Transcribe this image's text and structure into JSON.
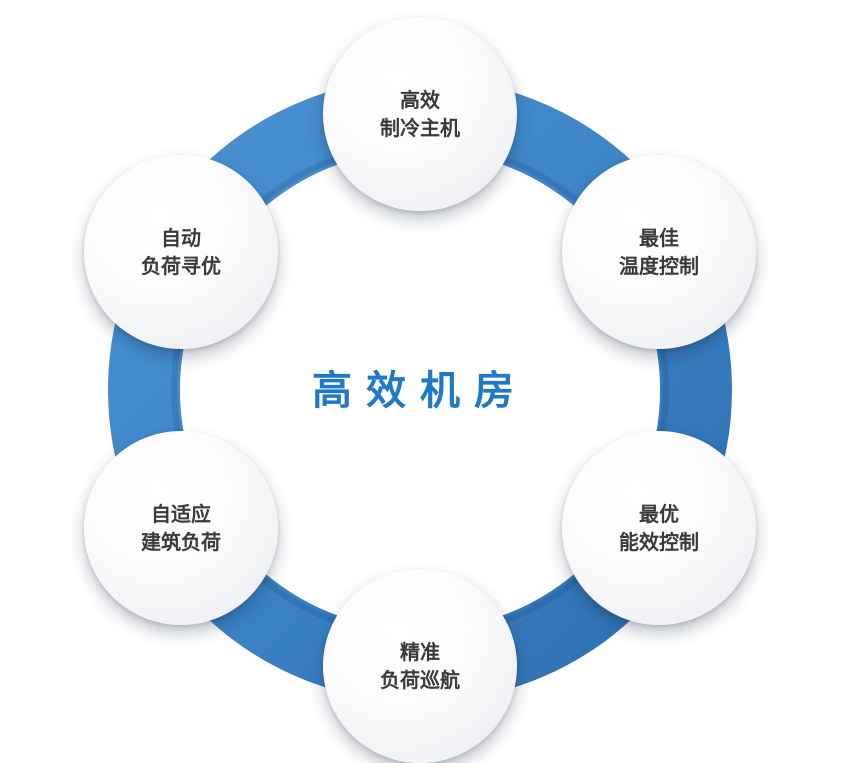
{
  "title": "高效机房",
  "colors": {
    "ring": "#3f88c9",
    "ring_dark": "#2f72b3",
    "ring_light": "#6ea9dc",
    "title": "#1f78c8",
    "node_text": "#3a3a3a"
  },
  "nodes": [
    {
      "id": "efficient-chiller",
      "lines": [
        "高效",
        "制冷主机"
      ]
    },
    {
      "id": "optimal-temperature-control",
      "lines": [
        "最佳",
        "温度控制"
      ]
    },
    {
      "id": "optimal-efficiency-control",
      "lines": [
        "最优",
        "能效控制"
      ]
    },
    {
      "id": "precise-load-cruise",
      "lines": [
        "精准",
        "负荷巡航"
      ]
    },
    {
      "id": "adaptive-building-load",
      "lines": [
        "自适应",
        "建筑负荷"
      ]
    },
    {
      "id": "auto-load-seeking",
      "lines": [
        "自动",
        "负荷寻优"
      ]
    }
  ]
}
